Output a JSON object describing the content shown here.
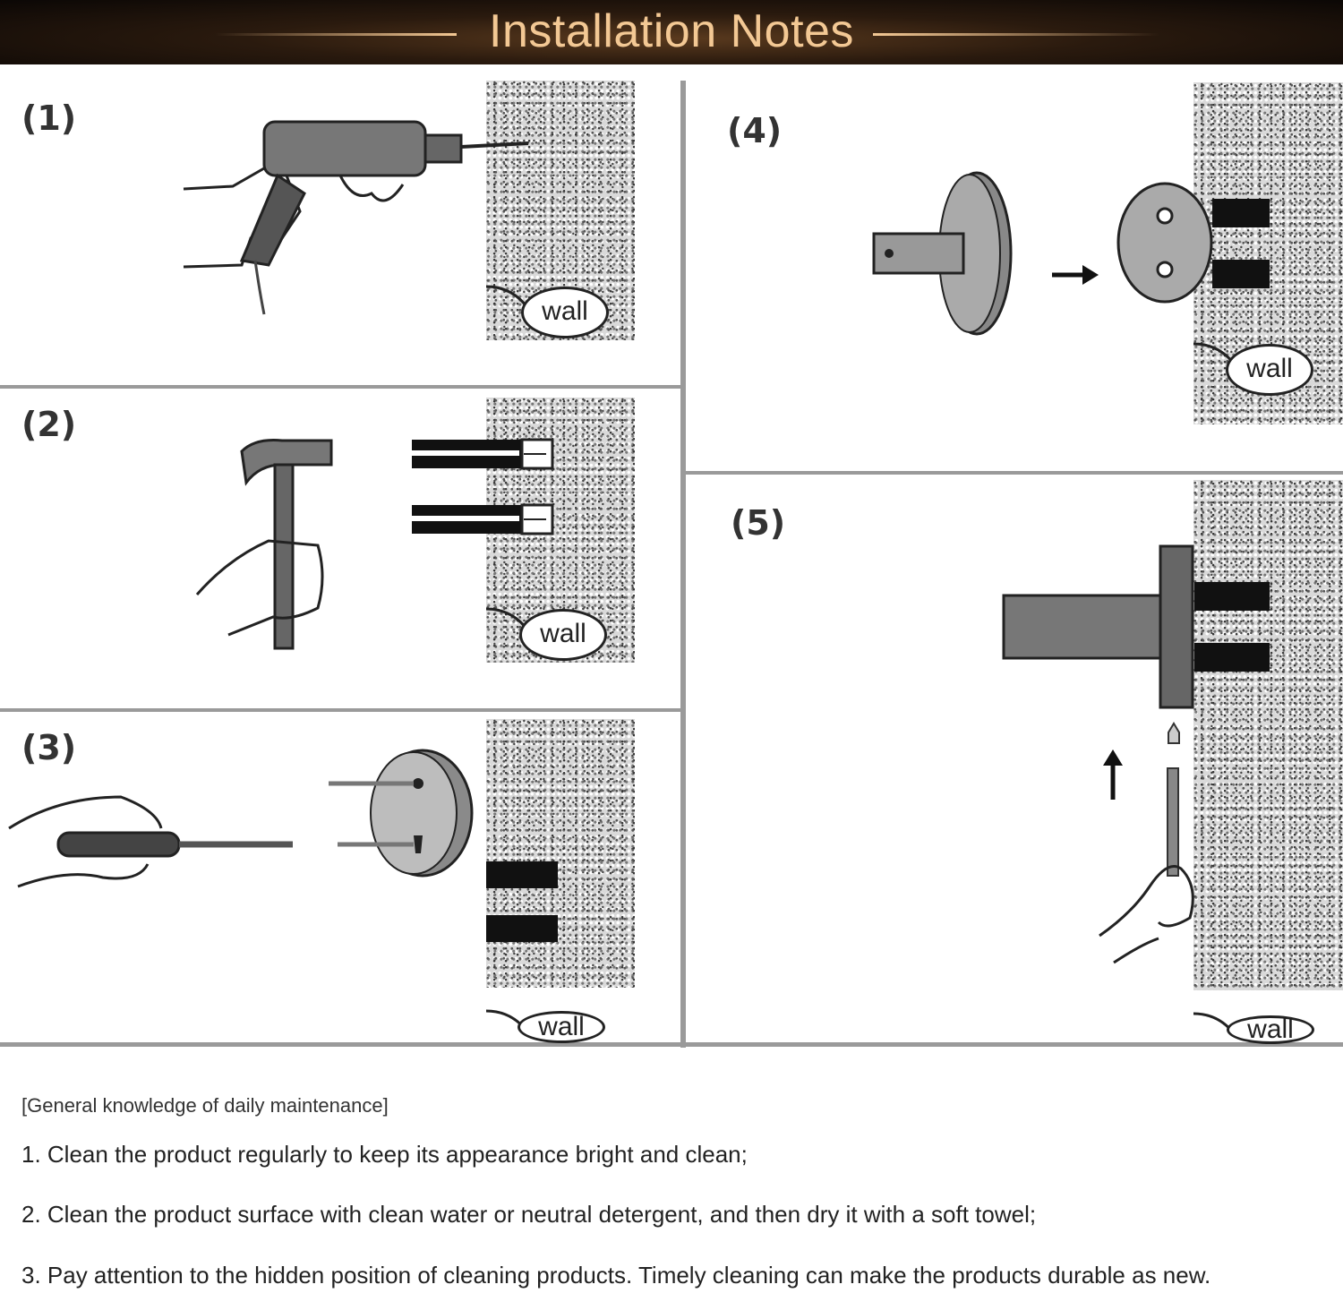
{
  "header": {
    "title": "Installation Notes"
  },
  "steps": [
    {
      "number": "(1)",
      "wall_label": "wall"
    },
    {
      "number": "(2)",
      "wall_label": "wall"
    },
    {
      "number": "(3)",
      "wall_label": "wall"
    },
    {
      "number": "(4)",
      "wall_label": "wall"
    },
    {
      "number": "(5)",
      "wall_label": "wall"
    }
  ],
  "icons": [
    "drill-icon",
    "hammer-icon",
    "screwdriver-icon",
    "anchor-icon",
    "screw-icon",
    "mounting-plate-icon",
    "robe-hook-icon",
    "arrow-right-icon",
    "arrow-up-icon",
    "hex-key-icon",
    "hand-icon"
  ],
  "maintenance": {
    "heading": "[General knowledge of daily maintenance]",
    "items": [
      "1. Clean the product regularly to keep its appearance bright and clean;",
      "2. Clean the product surface with clean water or neutral detergent, and then dry it with a soft towel;",
      "3. Pay attention to the hidden position of cleaning products. Timely cleaning can make the products durable as new."
    ]
  },
  "colors": {
    "header_bg": "#1a0f08",
    "header_text": "#f3c894",
    "divider": "#9a9a9a"
  }
}
